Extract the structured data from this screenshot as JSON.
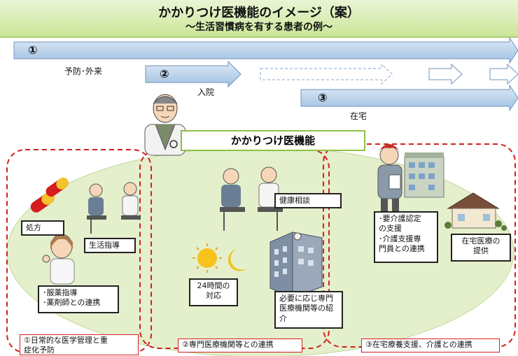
{
  "title": "かかりつけ医機能のイメージ（案）",
  "subtitle": "〜生活習慣病を有する患者の例〜",
  "phases": [
    {
      "num": "①",
      "label": "予防･外来"
    },
    {
      "num": "②",
      "label": "入院"
    },
    {
      "num": "③",
      "label": "在宅"
    }
  ],
  "central_label": "かかりつけ医機能",
  "boxes": {
    "prescription": "処方",
    "lifestyle": "生活指導",
    "medication_line1": "･服薬指導",
    "medication_line2": "･薬剤師との連携",
    "health_consult": "健康相談",
    "h24_line1": "24時間の",
    "h24_line2": "対応",
    "referral_line1": "必要に応じ専門",
    "referral_line2": "医療機関等の紹",
    "referral_line3": "介",
    "care_line1": "･要介護認定",
    "care_line2": "の支援",
    "care_line3": "･介護支援専",
    "care_line4": "門員との連携",
    "homecare_line1": "在宅医療の",
    "homecare_line2": "提供"
  },
  "sections": {
    "s1_line1": "①日常的な医学管理と重",
    "s1_line2": "症化予防",
    "s2": "②専門医療機関等との連携",
    "s3": "③在宅療養支援、介護との連携"
  },
  "colors": {
    "title_band": "#cbe69a",
    "arrow_fill": "#a9c8e6",
    "ellipse_fill": "#e4efcb",
    "dashed_border": "#d02020",
    "central_border": "#8ec04a"
  }
}
